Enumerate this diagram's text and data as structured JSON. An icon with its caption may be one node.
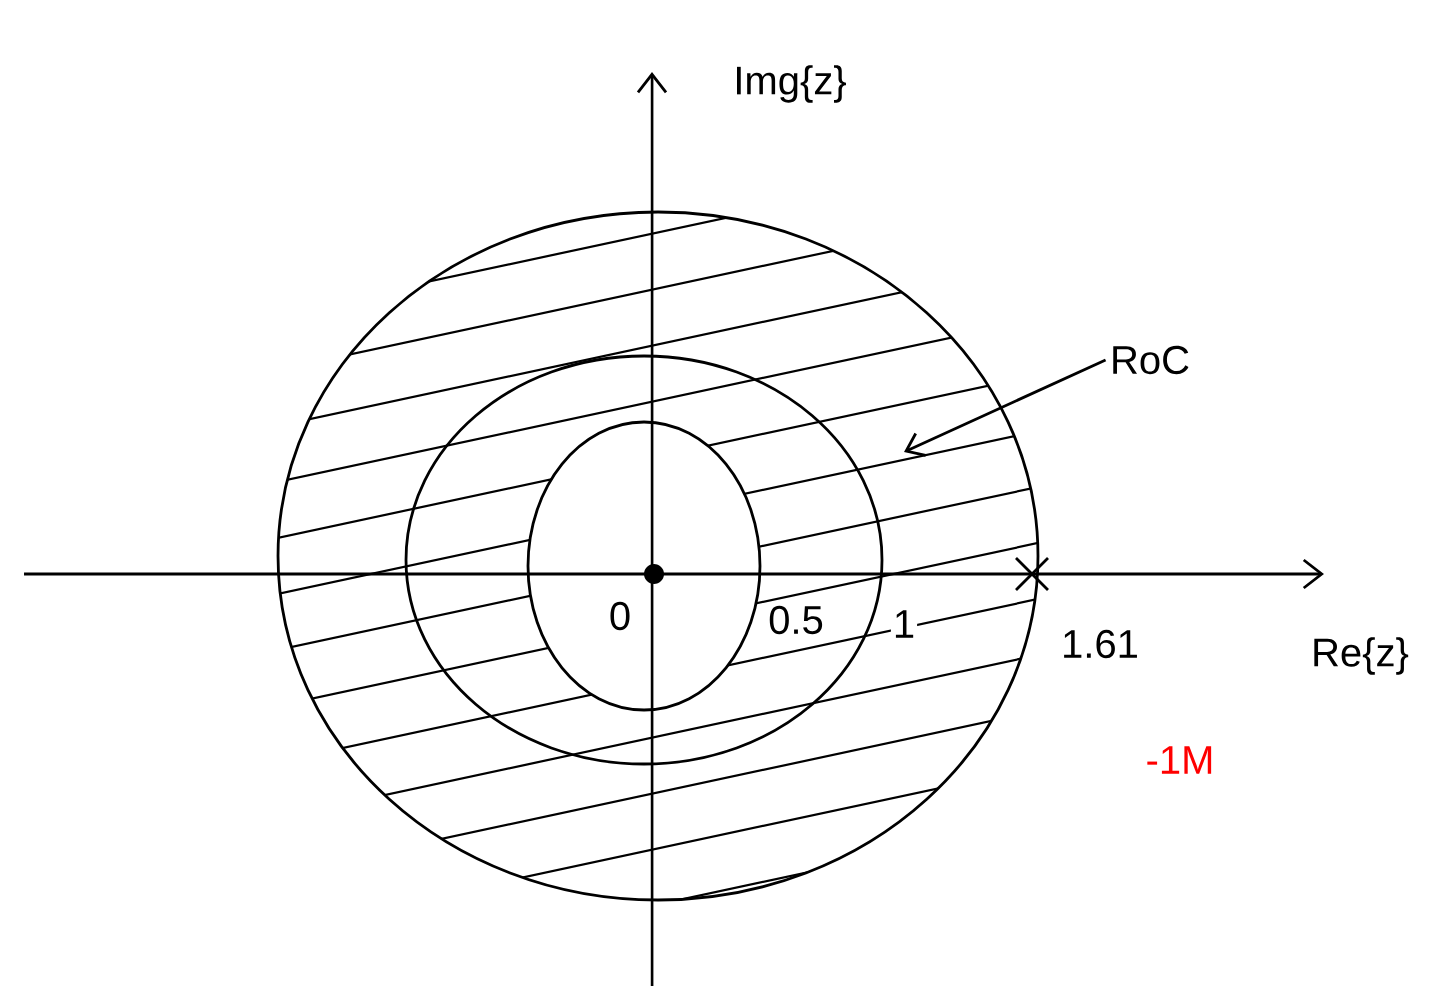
{
  "diagram": {
    "nodes": [
      {
        "text": [
          "RoC"
        ]
      },
      {
        "text": [],
        "shape": "circle"
      }
    ],
    "edges": [
      {
        "from": 0,
        "to": 1,
        "arrow": "to"
      }
    ],
    "labels": [
      "Img{z}",
      "0",
      "0.5",
      "1",
      "1.61",
      "Re{z}",
      "-1M"
    ]
  }
}
